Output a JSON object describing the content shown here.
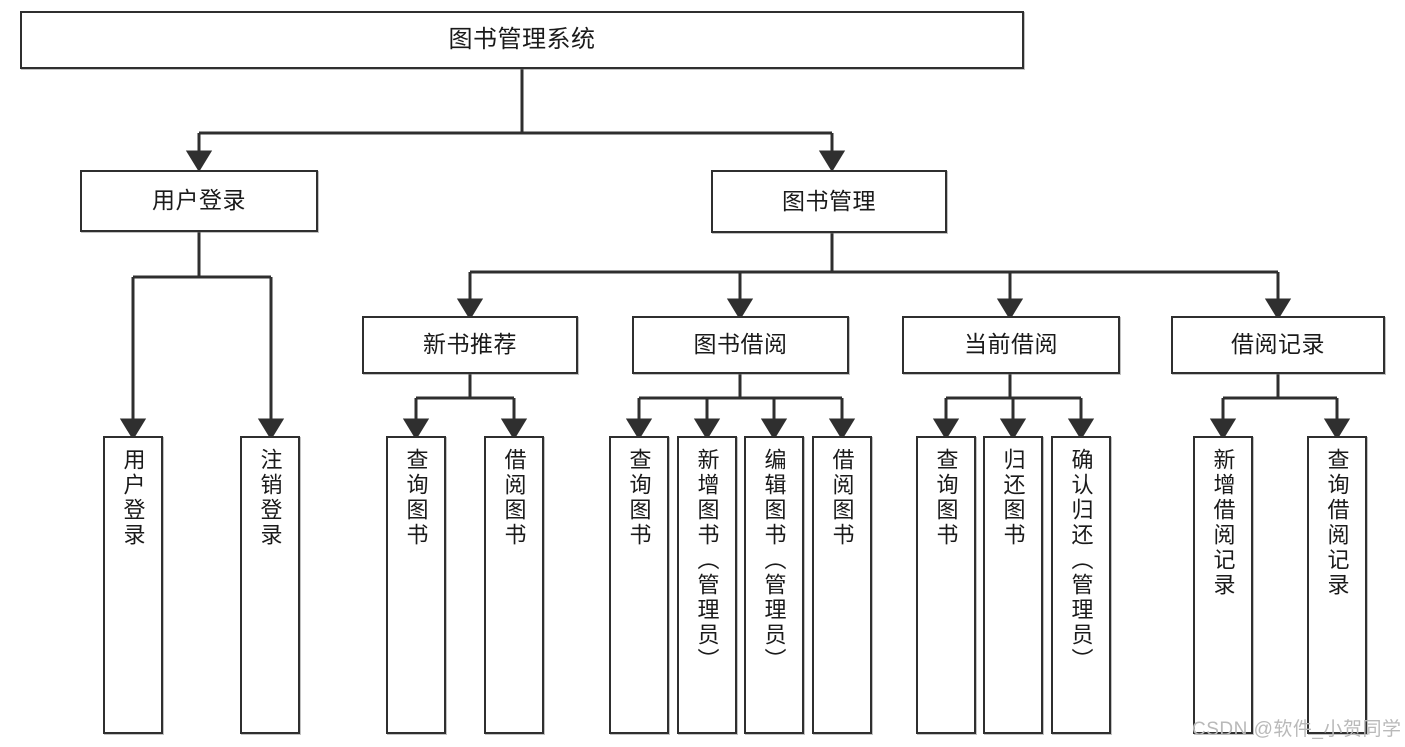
{
  "diagram": {
    "title": "图书管理系统",
    "type": "hierarchy-tree",
    "orientation": "top-down",
    "line_color": "#2f2f2f",
    "box_fill": "#ffffff",
    "text_color": "#1a1a1a",
    "watermark": "CSDN @软件_小贺同学",
    "watermark_color": "#b9b9b9"
  },
  "levels": {
    "root": {
      "label": "图书管理系统"
    },
    "level2": [
      {
        "label": "用户登录"
      },
      {
        "label": "图书管理"
      }
    ],
    "level3": [
      {
        "label": "新书推荐"
      },
      {
        "label": "图书借阅"
      },
      {
        "label": "当前借阅"
      },
      {
        "label": "借阅记录"
      }
    ],
    "leaves": {
      "user_login": [
        {
          "label": "用户登录"
        },
        {
          "label": "注销登录"
        }
      ],
      "new_book_recommend": [
        {
          "label": "查询图书"
        },
        {
          "label": "借阅图书"
        }
      ],
      "book_borrow": [
        {
          "label": "查询图书"
        },
        {
          "label": "新增图书（管理员）"
        },
        {
          "label": "编辑图书（管理员）"
        },
        {
          "label": "借阅图书"
        }
      ],
      "current_borrow": [
        {
          "label": "查询图书"
        },
        {
          "label": "归还图书"
        },
        {
          "label": "确认归还（管理员）"
        }
      ],
      "borrow_record": [
        {
          "label": "新增借阅记录"
        },
        {
          "label": "查询借阅记录"
        }
      ]
    }
  }
}
